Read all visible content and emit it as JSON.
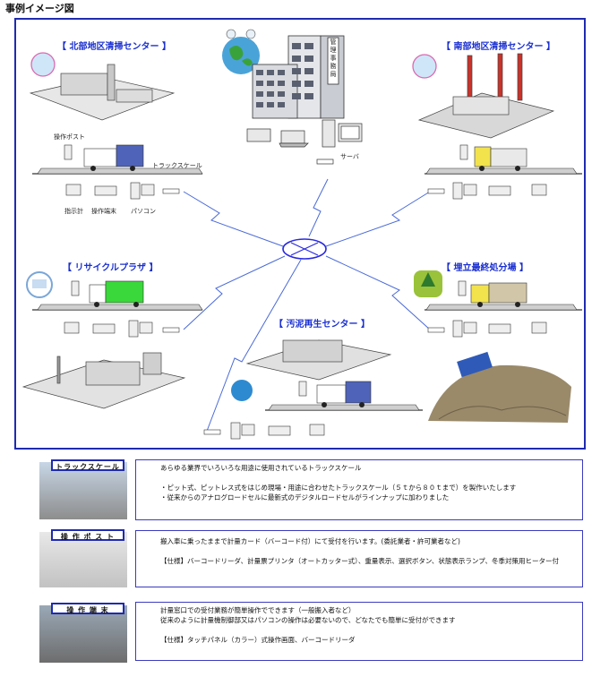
{
  "page_title": "事例イメージ図",
  "sites": {
    "north": "【 北部地区清掃センター 】",
    "south": "【 南部地区清掃センター 】",
    "recycle": "【 リサイクルプラザ 】",
    "landfill": "【 埋立最終処分場 】",
    "sludge": "【 汚泥再生センター 】"
  },
  "hq": {
    "sign": "管理事務局",
    "server_label": "サーバ"
  },
  "north_labels": {
    "post": "操作ポスト",
    "scale": "トラックスケール",
    "indicator": "指示計",
    "terminal": "操作端末",
    "pc": "パソコン"
  },
  "info_sections": [
    {
      "label": "トラックスケール",
      "lines": [
        "あらゆる業界でいろいろな用途に使用されているトラックスケール",
        "",
        "・ピット式、ピットレス式をはじめ現場・用途に合わせたトラックスケール（５ｔから８０ｔまで）を製作いたします",
        "・従来からのアナログロードセルに最新式のデジタルロードセルがラインナップに加わりました"
      ]
    },
    {
      "label": "操 作 ポ ス ト",
      "lines": [
        "搬入車に乗ったままで計量カード（バーコード付）にて受付を行います。(委託業者・許可業者など)",
        "",
        "【仕様】バーコードリーダ、計量票プリンタ（オートカッター式）、重量表示、選択ボタン、状態表示ランプ、冬季対策用ヒーター付"
      ]
    },
    {
      "label": "操 作 端 末",
      "lines": [
        "計量窓口での受付業務が簡単操作でできます（一般搬入者など）",
        "従来のように計量機制御部又はパソコンの操作は必要ないので、どなたでも簡単に受付ができます",
        "",
        "【仕様】タッチパネル（カラー）式操作画面、バーコードリーダ"
      ]
    }
  ]
}
